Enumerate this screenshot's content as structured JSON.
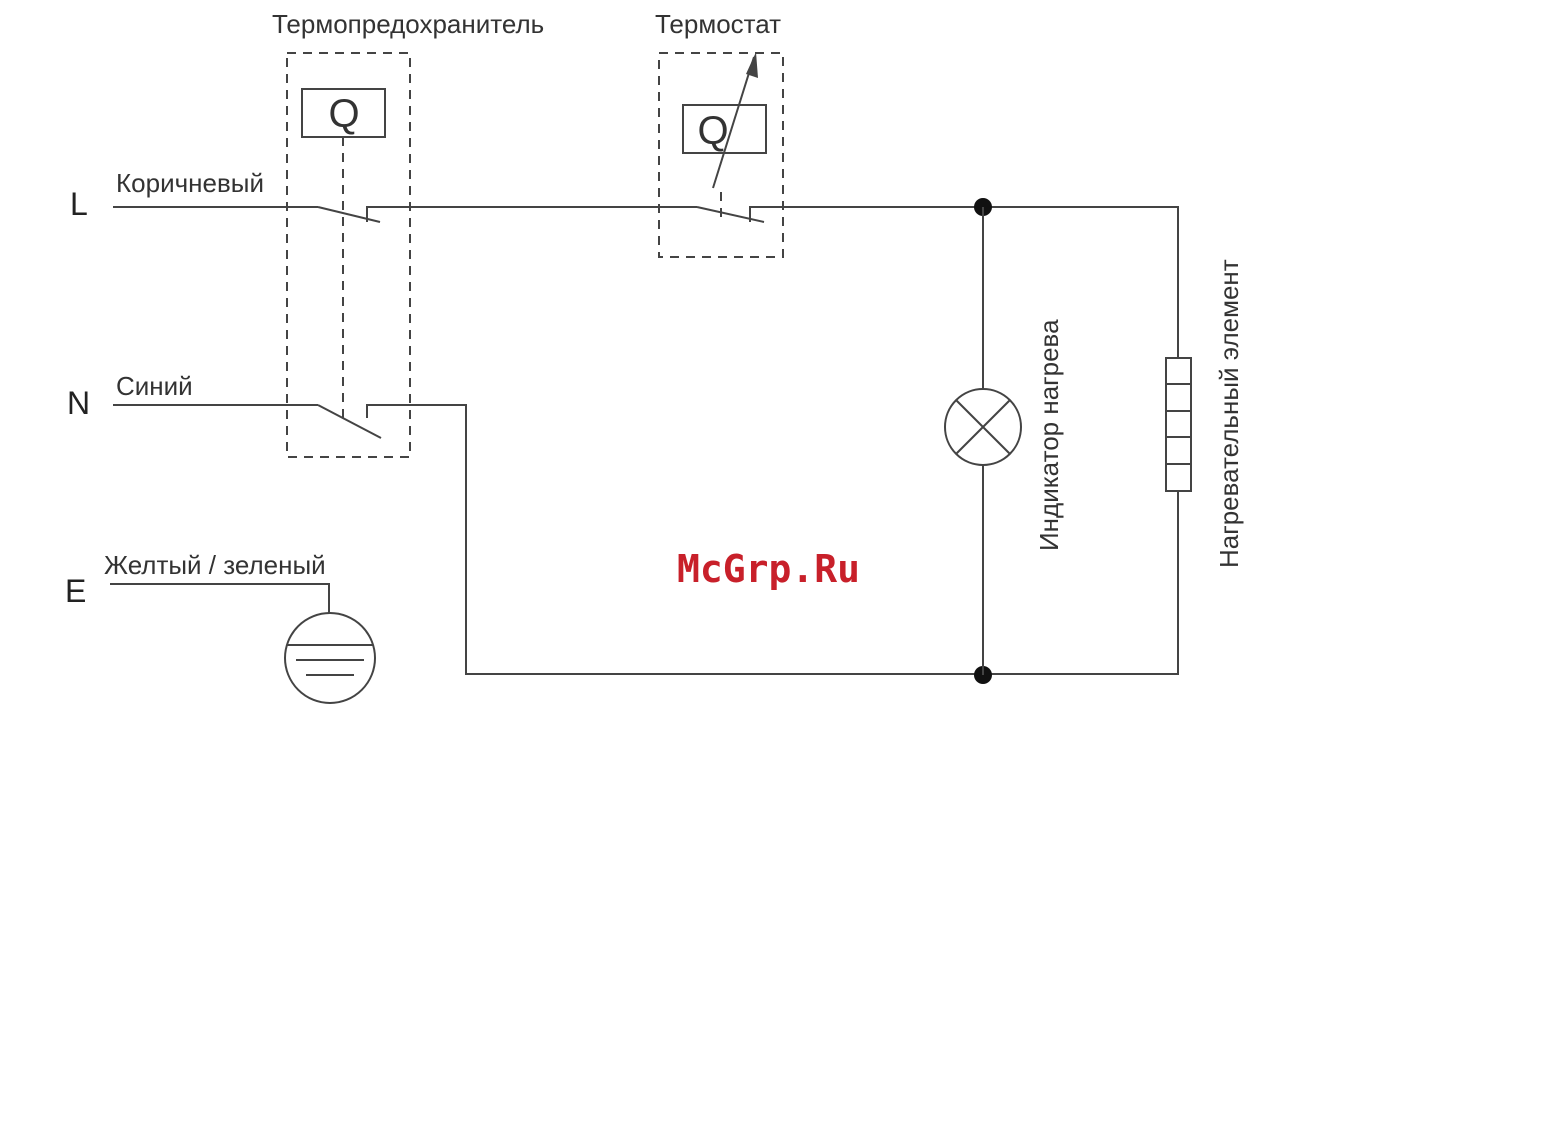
{
  "labels": {
    "thermal_fuse": "Термопредохранитель",
    "thermostat": "Термостат",
    "brown": "Коричневый",
    "blue": "Синий",
    "yellow_green": "Желтый / зеленый",
    "heat_indicator": "Индикатор нагрева",
    "heating_element": "Нагревательный элемент"
  },
  "terminals": {
    "live": "L",
    "neutral": "N",
    "earth": "E"
  },
  "relay_symbol": "Q",
  "watermark": {
    "text": "McGrp.Ru",
    "color": "#c8202a"
  },
  "colors": {
    "line": "#444444",
    "text": "#333333"
  }
}
